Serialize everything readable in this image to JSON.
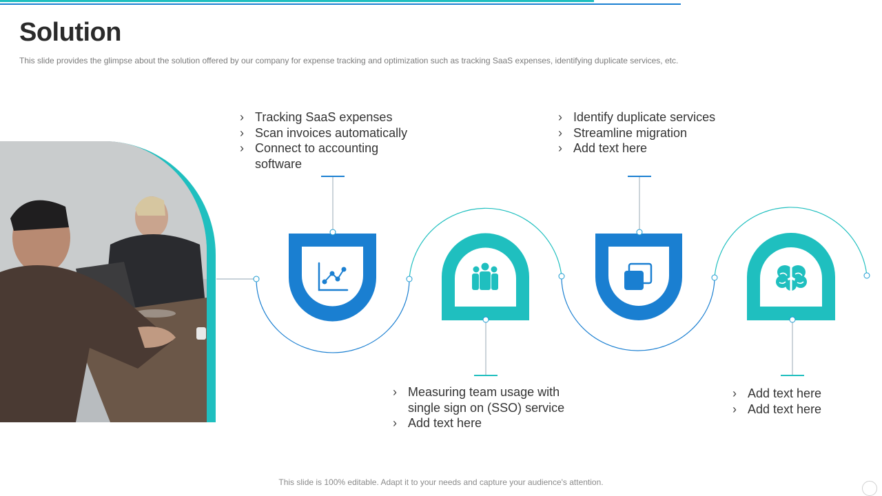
{
  "header": {
    "title": "Solution",
    "subtitle": "This slide provides  the glimpse about the solution offered  by our company for expense tracking and optimization such as tracking SaaS expenses, identifying duplicate services, etc."
  },
  "colors": {
    "blue": "#1a7fd1",
    "teal": "#1fbfbf",
    "dark": "#2a2a2a"
  },
  "steps": [
    {
      "icon": "line-chart-icon",
      "items": [
        "Tracking SaaS expenses",
        "Scan invoices automatically",
        "Connect to accounting software"
      ]
    },
    {
      "icon": "team-icon",
      "items": [
        "Measuring team usage with single sign on (SSO) service",
        "Add text here"
      ]
    },
    {
      "icon": "duplicate-icon",
      "items": [
        "Identify duplicate services",
        "Streamline migration",
        "Add text here"
      ]
    },
    {
      "icon": "brain-icon",
      "items": [
        "Add text here",
        "Add text here"
      ]
    }
  ],
  "footer": {
    "text": "This slide is 100% editable. Adapt it to your needs and capture your audience's attention."
  }
}
